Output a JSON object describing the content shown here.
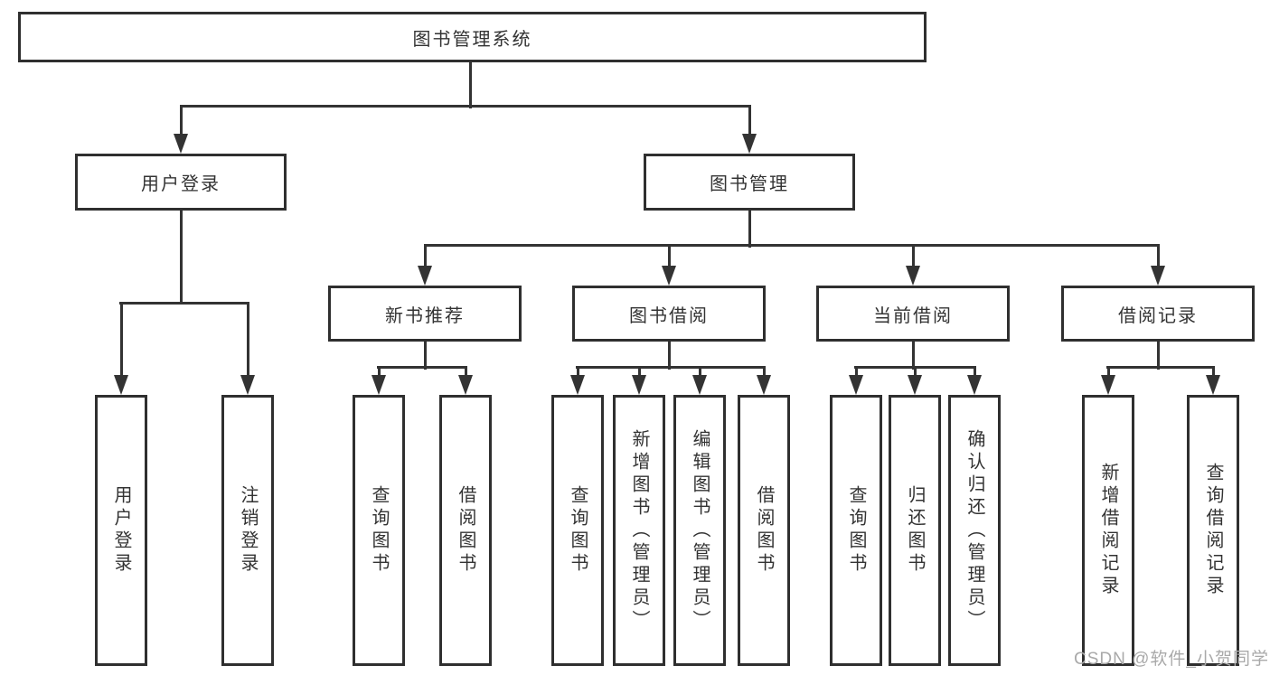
{
  "tree": {
    "root": {
      "label": "图书管理系统"
    },
    "level2": [
      {
        "label": "用户登录",
        "leaves": [
          "用户登录",
          "注销登录"
        ]
      },
      {
        "label": "图书管理",
        "groups": [
          {
            "label": "新书推荐",
            "leaves": [
              "查询图书",
              "借阅图书"
            ]
          },
          {
            "label": "图书借阅",
            "leaves": [
              "查询图书",
              "新增图书（管理员）",
              "编辑图书（管理员）",
              "借阅图书"
            ]
          },
          {
            "label": "当前借阅",
            "leaves": [
              "查询图书",
              "归还图书",
              "确认归还（管理员）"
            ]
          },
          {
            "label": "借阅记录",
            "leaves": [
              "新增借阅记录",
              "查询借阅记录"
            ]
          }
        ]
      }
    ]
  },
  "watermark": "CSDN @软件_小贺同学",
  "colors": {
    "line": "#333333",
    "border": "#2f2f2f",
    "text": "#333333",
    "watermark": "#a9a9a9",
    "background": "#ffffff"
  }
}
